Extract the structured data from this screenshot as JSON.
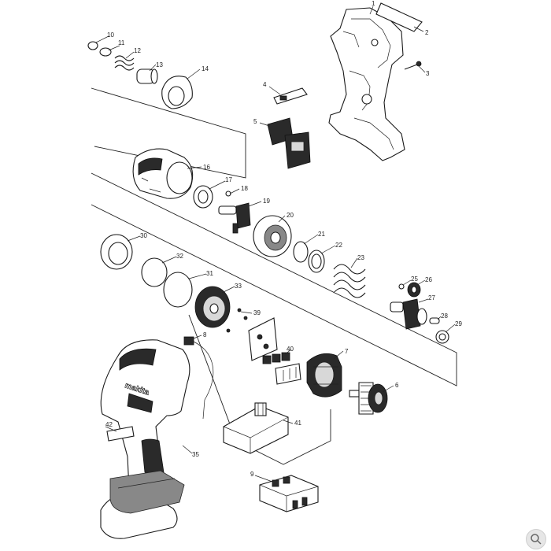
{
  "labels": {
    "p1": "1",
    "p2": "2",
    "p3": "3",
    "p4": "4",
    "p5": "5",
    "p6": "6",
    "p7": "7",
    "p8": "8",
    "p9": "9",
    "p10": "10",
    "p11": "11",
    "p12": "12",
    "p13": "13",
    "p14": "14",
    "p16": "16",
    "p17": "17",
    "p18": "18",
    "p19": "19",
    "p20": "20",
    "p21": "21",
    "p22": "22",
    "p23": "23",
    "p25": "25",
    "p26": "26",
    "p27": "27",
    "p28": "28",
    "p29": "29",
    "p30": "30",
    "p31": "31",
    "p32": "32",
    "p33": "33",
    "p35": "35",
    "p39": "39",
    "p40": "40",
    "p41": "41",
    "p42": "42"
  },
  "brand": "makita",
  "icons": {
    "corner": "zoom-icon"
  }
}
